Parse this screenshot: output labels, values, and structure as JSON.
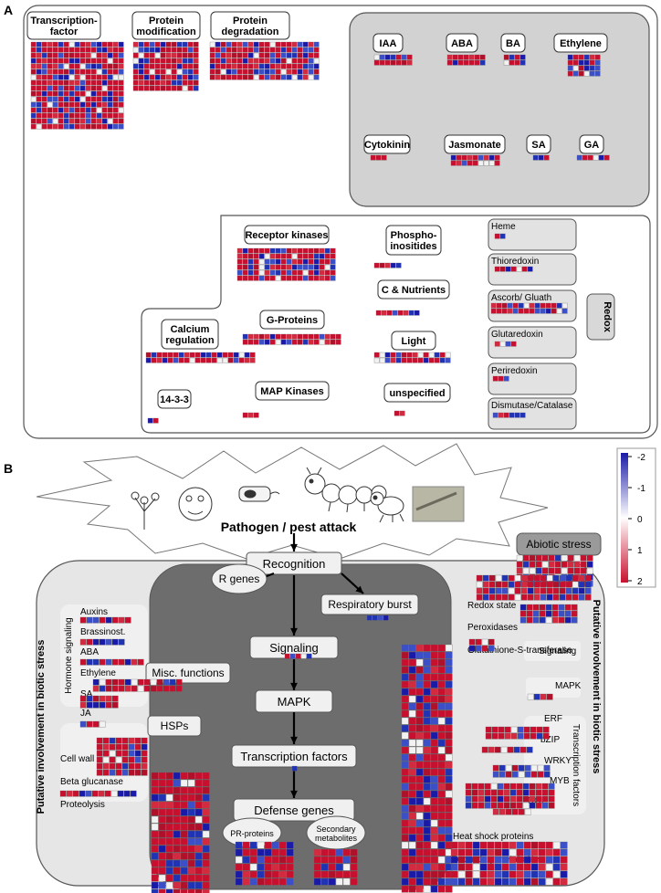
{
  "panel_labels": [
    "A",
    "B"
  ],
  "panel_a": {
    "top_groups": [
      "Transcription-\nfactor",
      "Protein\nmodification",
      "Protein\ndegradation"
    ],
    "hormones": [
      "IAA",
      "ABA",
      "BA",
      "Ethylene",
      "Cytokinin",
      "Jasmonate",
      "SA",
      "GA"
    ],
    "signaling": [
      "Receptor kinases",
      "Phospho-\ninositides",
      "C & Nutrients",
      "G-Proteins",
      "Calcium\nregulation",
      "Light",
      "14-3-3",
      "MAP Kinases",
      "unspecified"
    ],
    "redox_title": "Redox",
    "redox_items": [
      "Heme",
      "Thioredoxin",
      "Ascorb/ Gluath",
      "Glutaredoxin",
      "Periredoxin",
      "Dismutase/Catalase"
    ]
  },
  "panel_b": {
    "title": "Pathogen / pest attack",
    "flow": [
      "Recognition",
      "Signaling",
      "MAPK",
      "Transcription factors",
      "Defense genes"
    ],
    "bubbles": [
      "R genes",
      "Respiratory burst",
      "Misc. functions",
      "HSPs",
      "PR-proteins",
      "Secondary\nmetabolites"
    ],
    "left_side_label": "Putative involvement in biotic stress",
    "right_side_label": "Putative involvement in biotic stress",
    "hormone_signaling_label": "Hormone signaling",
    "left_items": [
      "Auxins",
      "Brassinost.",
      "ABA",
      "Ethylene",
      "SA",
      "JA",
      "Cell wall",
      "Beta glucanase",
      "Proteolysis"
    ],
    "abiotic": "Abiotic stress",
    "right_items": [
      "Redox state",
      "Peroxidases",
      "Glutathione-S-transferase",
      "Signaling",
      "MAPK",
      "ERF",
      "bZIP",
      "WRKY",
      "MYB",
      "DOF",
      "Heat shock proteins",
      "Secondary metabolites"
    ],
    "tf_label": "Transcription factors"
  },
  "legend": {
    "ticks": [
      "-2",
      "-1",
      "0",
      "1",
      "2"
    ],
    "colors": {
      "low": "#1a1aa8",
      "mid": "#ffffff",
      "high": "#c8102e"
    }
  }
}
